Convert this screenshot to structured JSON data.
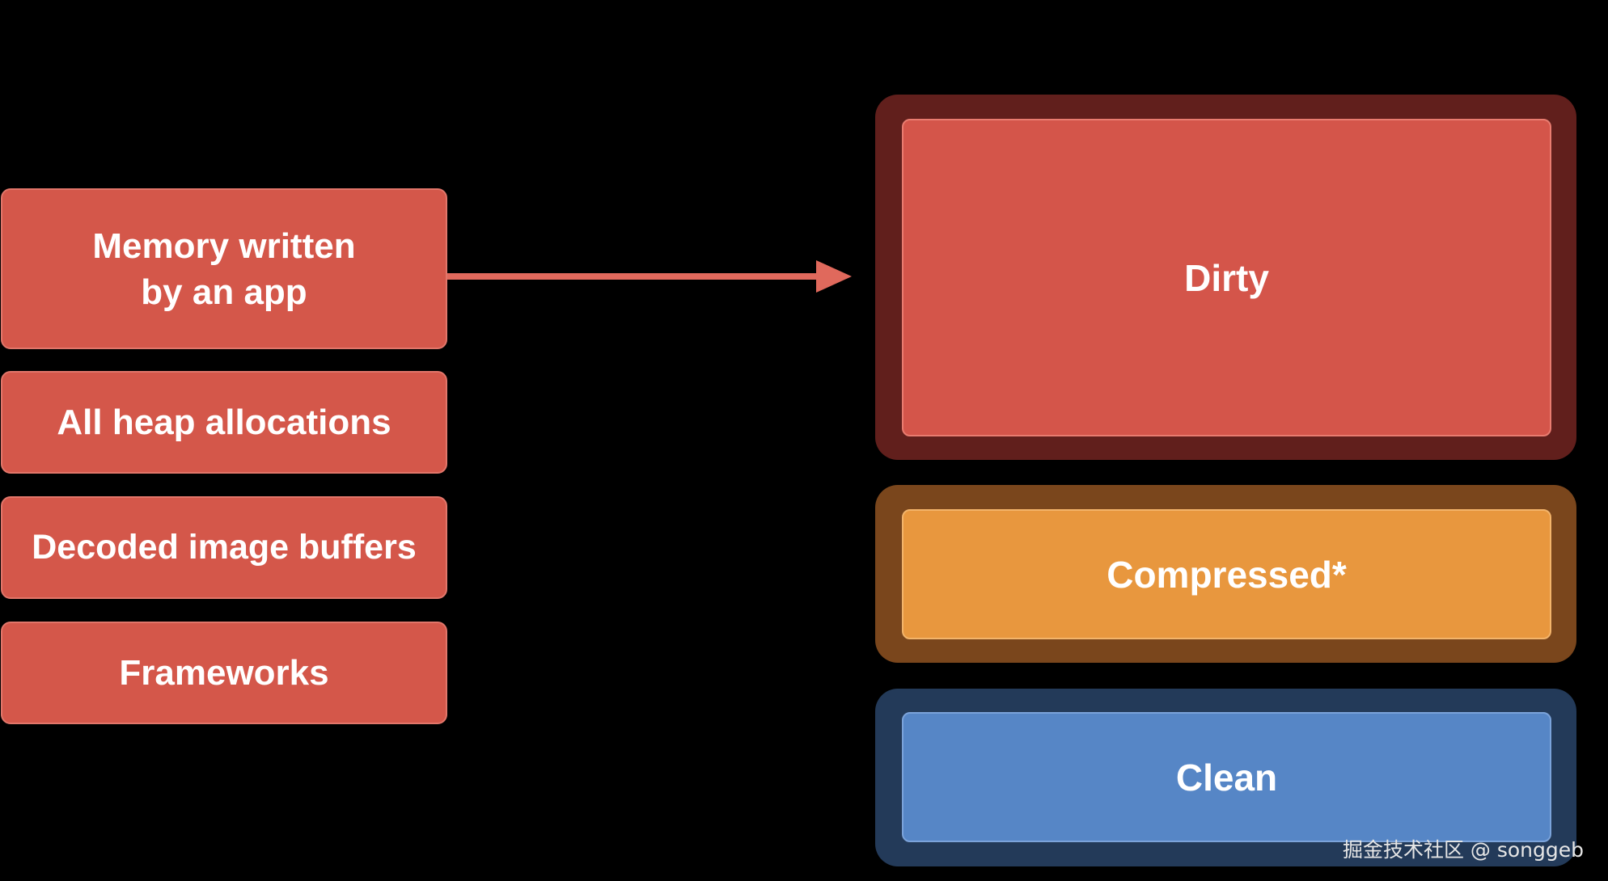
{
  "left_boxes": {
    "memory": "Memory written\nby an app",
    "heap": "All heap allocations",
    "decoded": "Decoded image buffers",
    "frameworks": "Frameworks"
  },
  "categories": {
    "dirty": "Dirty",
    "compressed": "Compressed*",
    "clean": "Clean"
  },
  "colors": {
    "background": "#000000",
    "red": "#d4574a",
    "orange": "#e8973e",
    "blue": "#5686c6",
    "arrow": "#e0695c"
  },
  "watermark": "掘金技术社区 @ songgeb"
}
